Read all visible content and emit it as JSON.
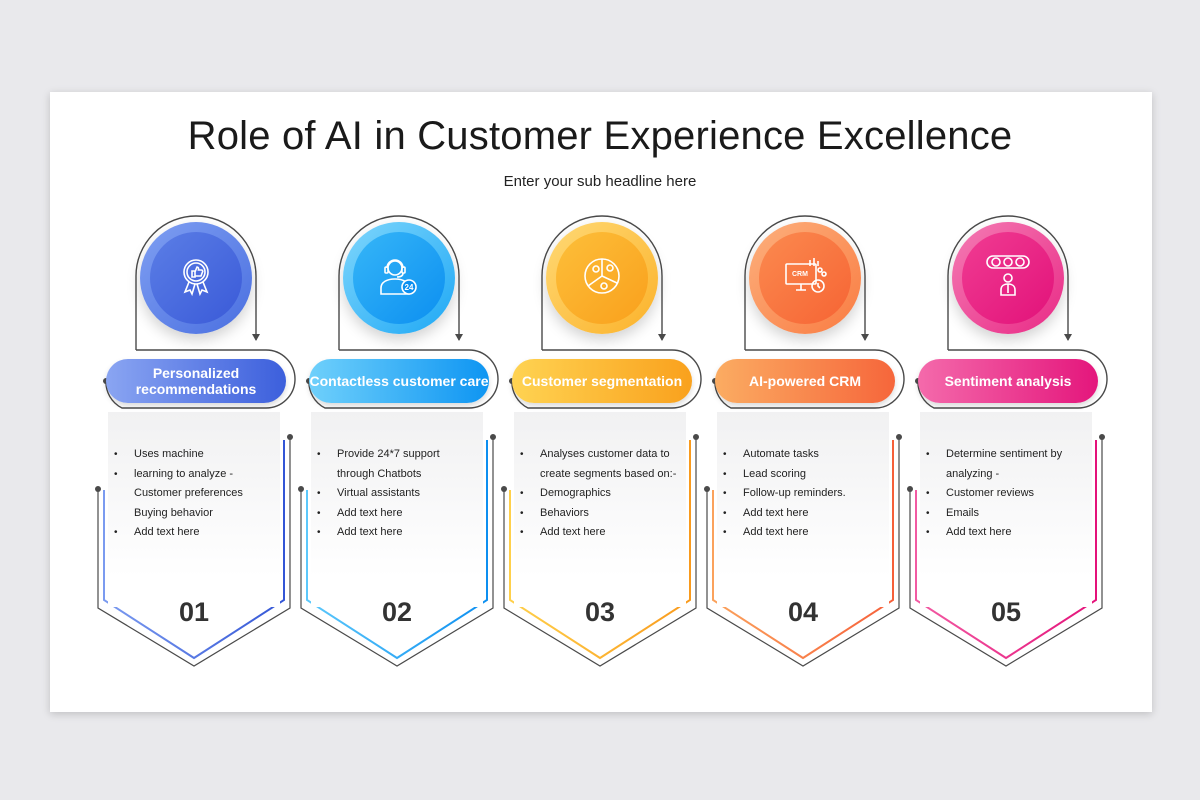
{
  "title": "Role of AI in Customer Experience Excellence",
  "subtitle": "Enter your sub headline here",
  "colors": {
    "blue": "#4a6fe0",
    "sky": "#1ea8f5",
    "orange": "#fbb22a",
    "coral": "#fa7c42",
    "pink": "#e92a86"
  },
  "cards": [
    {
      "heading": "Personalized recommendations",
      "icon": "award-thumbs-up-icon",
      "number": "01",
      "bullets": [
        {
          "text": "Uses machine",
          "bullet": true
        },
        {
          "text": "learning to analyze -",
          "bullet": true
        },
        {
          "text": "Customer preferences",
          "bullet": false
        },
        {
          "text": "Buying behavior",
          "bullet": false
        },
        {
          "text": "Add text here",
          "bullet": true
        }
      ]
    },
    {
      "heading": "Contactless customer care",
      "icon": "support-agent-24-icon",
      "number": "02",
      "bullets": [
        {
          "text": "Provide 24*7 support",
          "bullet": true
        },
        {
          "text": "through Chatbots",
          "bullet": false
        },
        {
          "text": "Virtual assistants",
          "bullet": true
        },
        {
          "text": "Add text here",
          "bullet": true
        },
        {
          "text": "Add text here",
          "bullet": true
        }
      ]
    },
    {
      "heading": "Customer segmentation",
      "icon": "pie-segment-users-icon",
      "number": "03",
      "bullets": [
        {
          "text": "Analyses customer data to",
          "bullet": true
        },
        {
          "text": "create segments based on:-",
          "bullet": false
        },
        {
          "text": "Demographics",
          "bullet": true
        },
        {
          "text": "Behaviors",
          "bullet": true
        },
        {
          "text": "Add text here",
          "bullet": true
        }
      ]
    },
    {
      "heading": "AI-powered CRM",
      "icon": "crm-monitor-icon",
      "number": "04",
      "bullets": [
        {
          "text": "Automate tasks",
          "bullet": true
        },
        {
          "text": "Lead scoring",
          "bullet": true
        },
        {
          "text": "Follow-up reminders.",
          "bullet": true
        },
        {
          "text": "Add text here",
          "bullet": true
        },
        {
          "text": "Add text here",
          "bullet": true
        }
      ]
    },
    {
      "heading": "Sentiment analysis",
      "icon": "sentiment-faces-icon",
      "number": "05",
      "bullets": [
        {
          "text": "Determine sentiment by",
          "bullet": true
        },
        {
          "text": "analyzing -",
          "bullet": false
        },
        {
          "text": "Customer reviews",
          "bullet": true
        },
        {
          "text": "Emails",
          "bullet": true
        },
        {
          "text": "Add text here",
          "bullet": true
        }
      ]
    }
  ]
}
